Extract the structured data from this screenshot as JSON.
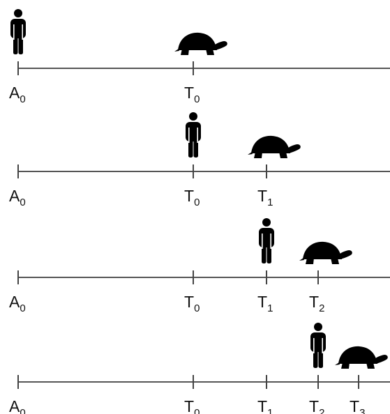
{
  "colors": {
    "line": "#555555",
    "figure": "#000000",
    "text": "#111111"
  },
  "icons": {
    "person": "person-icon",
    "tortoise": "tortoise-icon"
  },
  "rows": [
    {
      "ticks": [
        {
          "base": "A",
          "sub": "0"
        },
        {
          "base": "T",
          "sub": "0"
        }
      ],
      "person_at": 0,
      "tortoise_at": 1
    },
    {
      "ticks": [
        {
          "base": "A",
          "sub": "0"
        },
        {
          "base": "T",
          "sub": "0"
        },
        {
          "base": "T",
          "sub": "1"
        }
      ],
      "person_at": 1,
      "tortoise_at": 2
    },
    {
      "ticks": [
        {
          "base": "A",
          "sub": "0"
        },
        {
          "base": "T",
          "sub": "0"
        },
        {
          "base": "T",
          "sub": "1"
        },
        {
          "base": "T",
          "sub": "2"
        }
      ],
      "person_at": 2,
      "tortoise_at": 3
    },
    {
      "ticks": [
        {
          "base": "A",
          "sub": "0"
        },
        {
          "base": "T",
          "sub": "0"
        },
        {
          "base": "T",
          "sub": "1"
        },
        {
          "base": "T",
          "sub": "2"
        },
        {
          "base": "T",
          "sub": "3"
        }
      ],
      "person_at": 3,
      "tortoise_at": 4
    }
  ]
}
